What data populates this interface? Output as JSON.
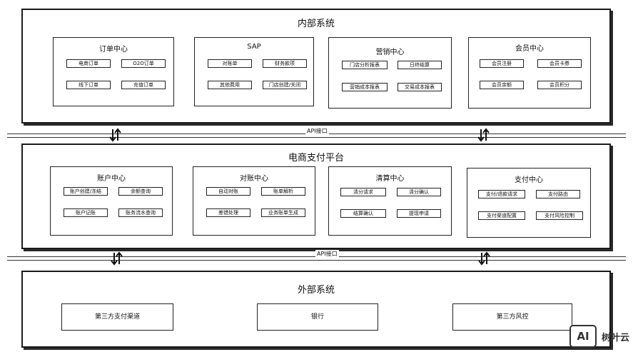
{
  "internal": {
    "title": "内部系统",
    "modules": [
      {
        "title": "订单中心",
        "items": [
          "电商订单",
          "O2O订单",
          "线下订单",
          "充值订单"
        ]
      },
      {
        "title": "SAP",
        "items": [
          "对账单",
          "财务款项",
          "其他费用",
          "门店创建/关闭"
        ]
      },
      {
        "title": "营销中心",
        "items": [
          "门店分析报表",
          "日终结算",
          "营销成本报表",
          "交易成本报表"
        ]
      },
      {
        "title": "会员中心",
        "items": [
          "会员注册",
          "会员卡券",
          "会员余额",
          "会员积分"
        ]
      }
    ]
  },
  "bus_top": {
    "label": "API接口"
  },
  "platform": {
    "title": "电商支付平台",
    "modules": [
      {
        "title": "账户中心",
        "items": [
          "账户创建/冻结",
          "余额查询",
          "账户记账",
          "账务流水查询"
        ]
      },
      {
        "title": "对账中心",
        "items": [
          "自动对账",
          "账单解析",
          "差错处理",
          "业务账单生成"
        ]
      },
      {
        "title": "清算中心",
        "items": [
          "清分请求",
          "清分确认",
          "结算确认",
          "提现申请"
        ]
      },
      {
        "title": "支付中心",
        "items": [
          "支付/退款请求",
          "支付路由",
          "支付渠道配置",
          "支付风险控制"
        ]
      }
    ]
  },
  "bus_bottom": {
    "label": "API接口"
  },
  "external": {
    "title": "外部系统",
    "items": [
      "第三方支付渠道",
      "银行",
      "第三方风控"
    ]
  },
  "watermark": {
    "logo": "AI",
    "text": "树叶云"
  }
}
